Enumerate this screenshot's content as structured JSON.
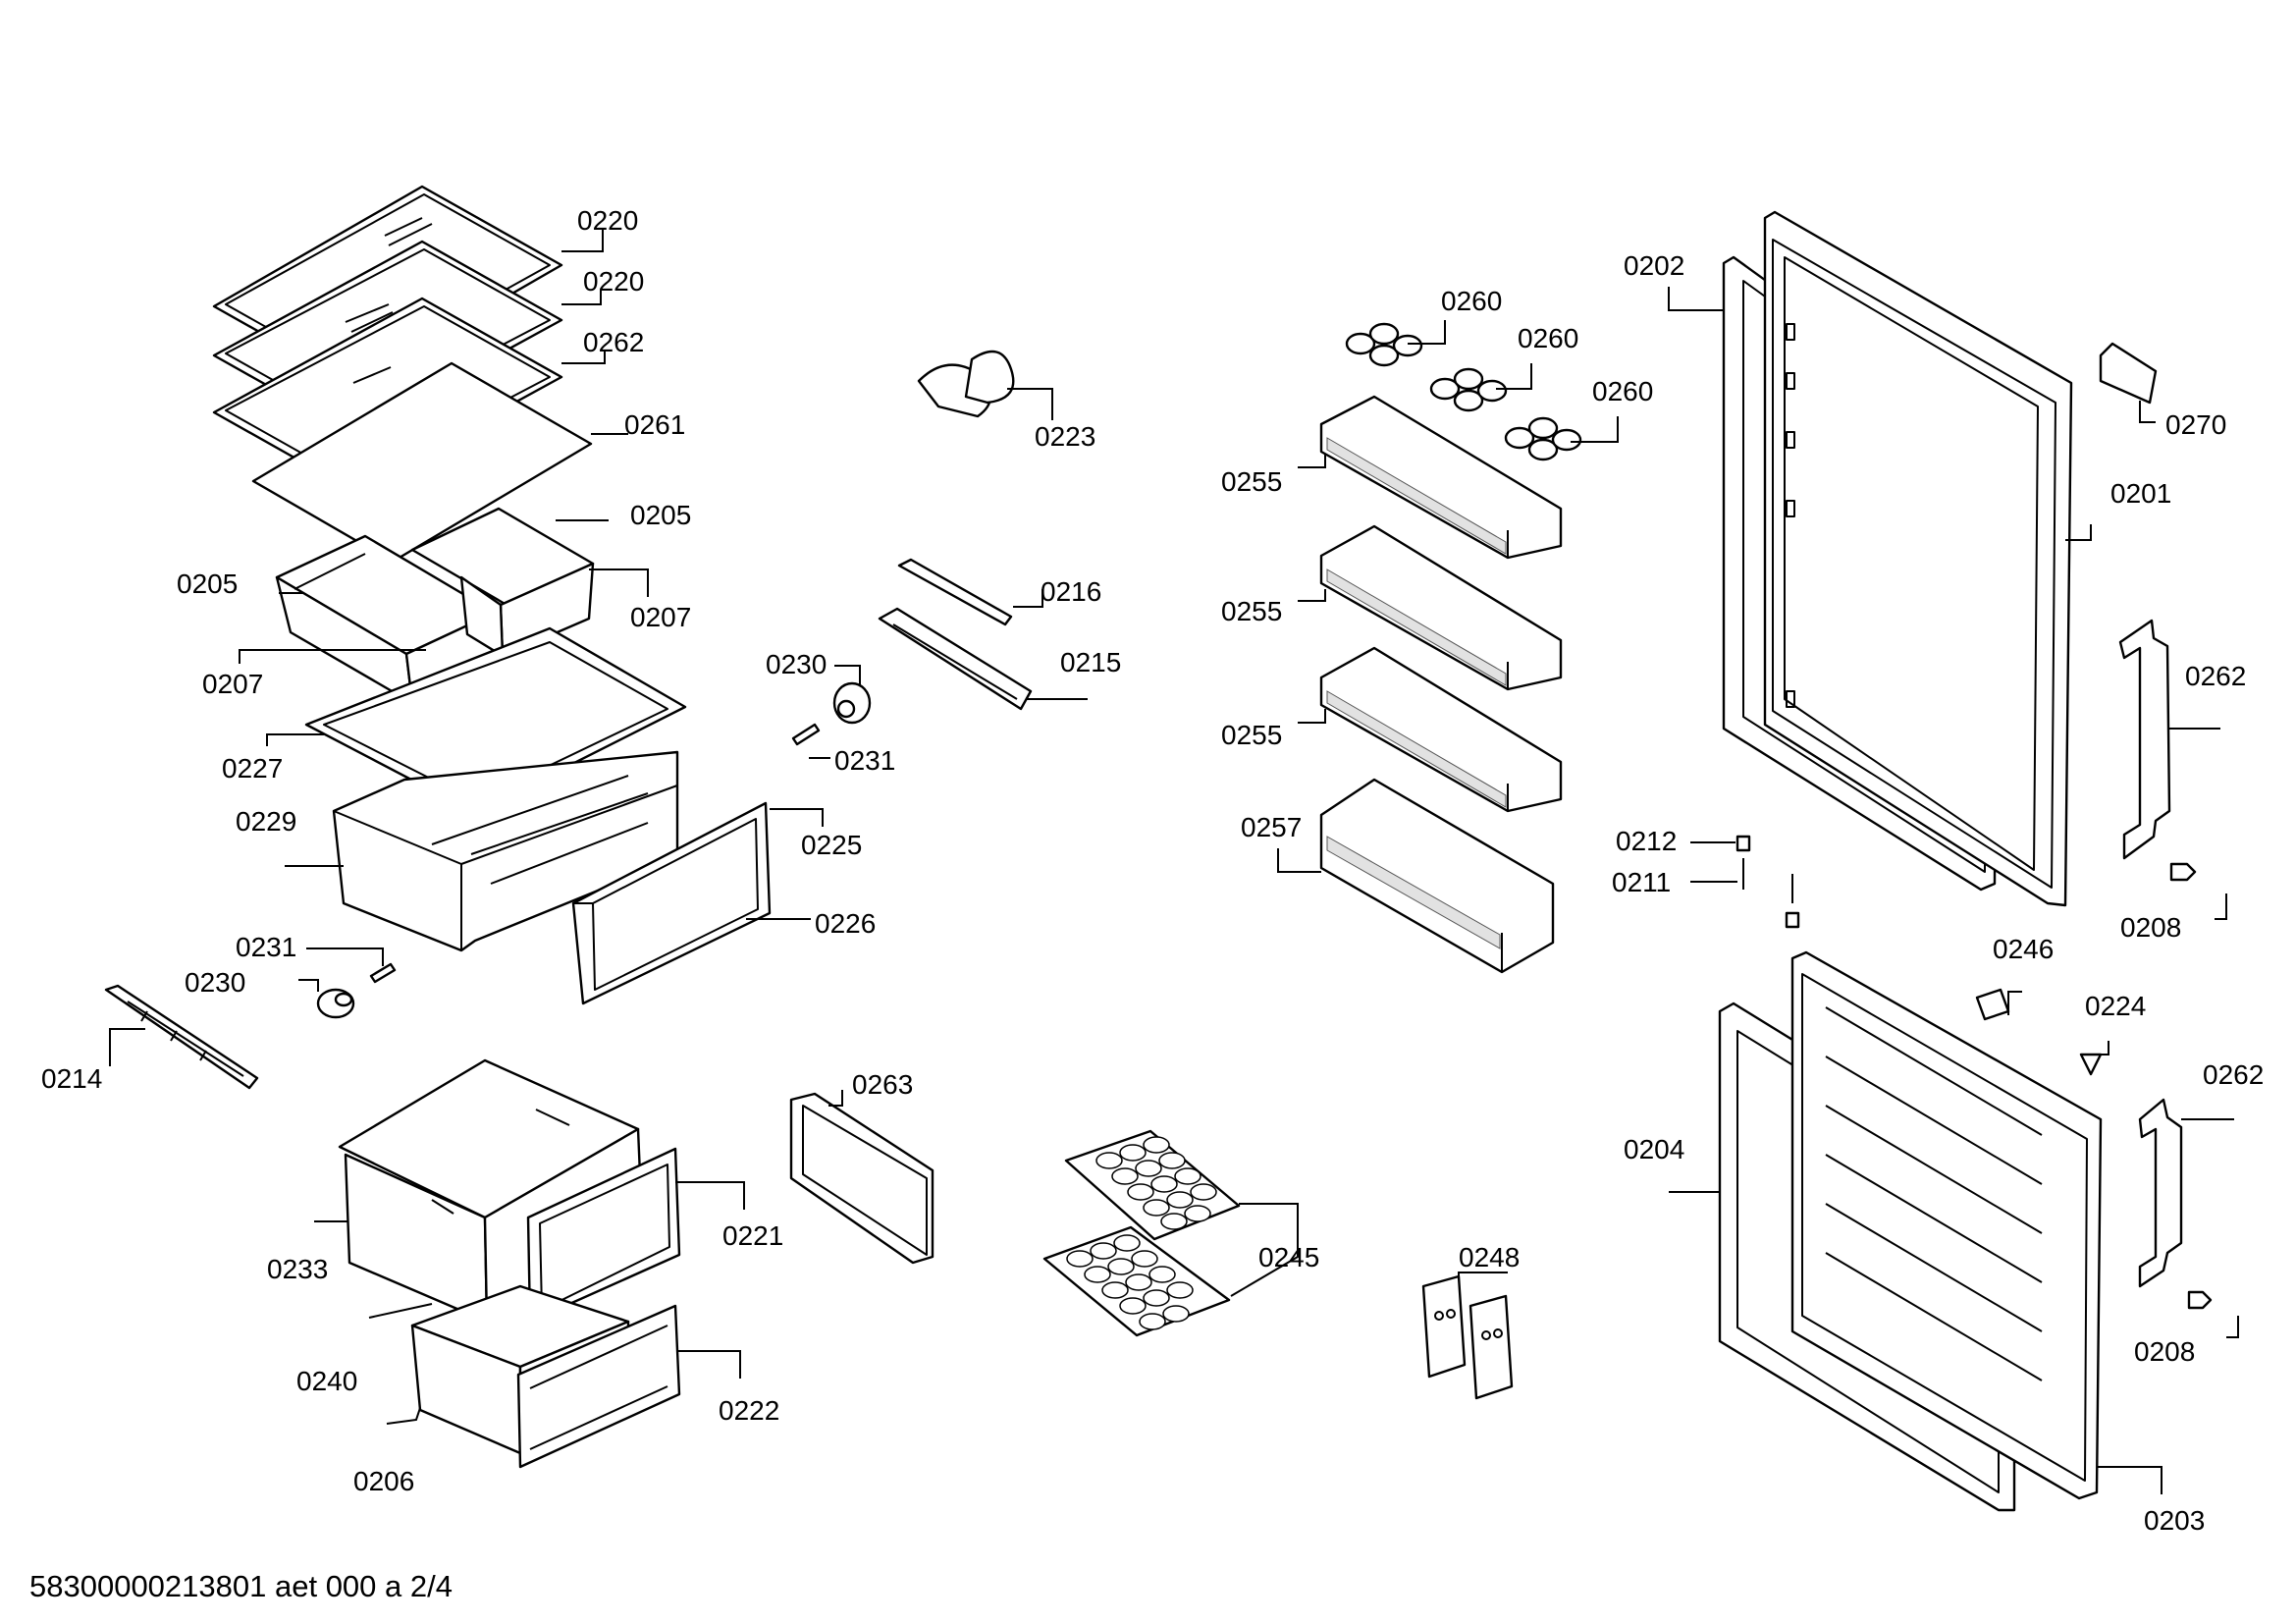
{
  "footer": "58300000213801 aet 000 a 2/4",
  "callouts": {
    "c0220a": "0220",
    "c0220b": "0220",
    "c0262a": "0262",
    "c0261": "0261",
    "c0205a": "0205",
    "c0205b": "0205",
    "c0207a": "0207",
    "c0207b": "0207",
    "c0227": "0227",
    "c0229": "0229",
    "c0225": "0225",
    "c0226": "0226",
    "c0231a": "0231",
    "c0230a": "0230",
    "c0214": "0214",
    "c0223": "0223",
    "c0216": "0216",
    "c0215": "0215",
    "c0230b": "0230",
    "c0231b": "0231",
    "c0233": "0233",
    "c0221": "0221",
    "c0240": "0240",
    "c0222": "0222",
    "c0206": "0206",
    "c0263": "0263",
    "c0245": "0245",
    "c0248": "0248",
    "c0260a": "0260",
    "c0260b": "0260",
    "c0260c": "0260",
    "c0255a": "0255",
    "c0255b": "0255",
    "c0255c": "0255",
    "c0257": "0257",
    "c0202": "0202",
    "c0270": "0270",
    "c0201": "0201",
    "c0262b": "0262",
    "c0212": "0212",
    "c0211": "0211",
    "c0208a": "0208",
    "c0246": "0246",
    "c0224": "0224",
    "c0262c": "0262",
    "c0204": "0204",
    "c0208b": "0208",
    "c0203": "0203"
  }
}
